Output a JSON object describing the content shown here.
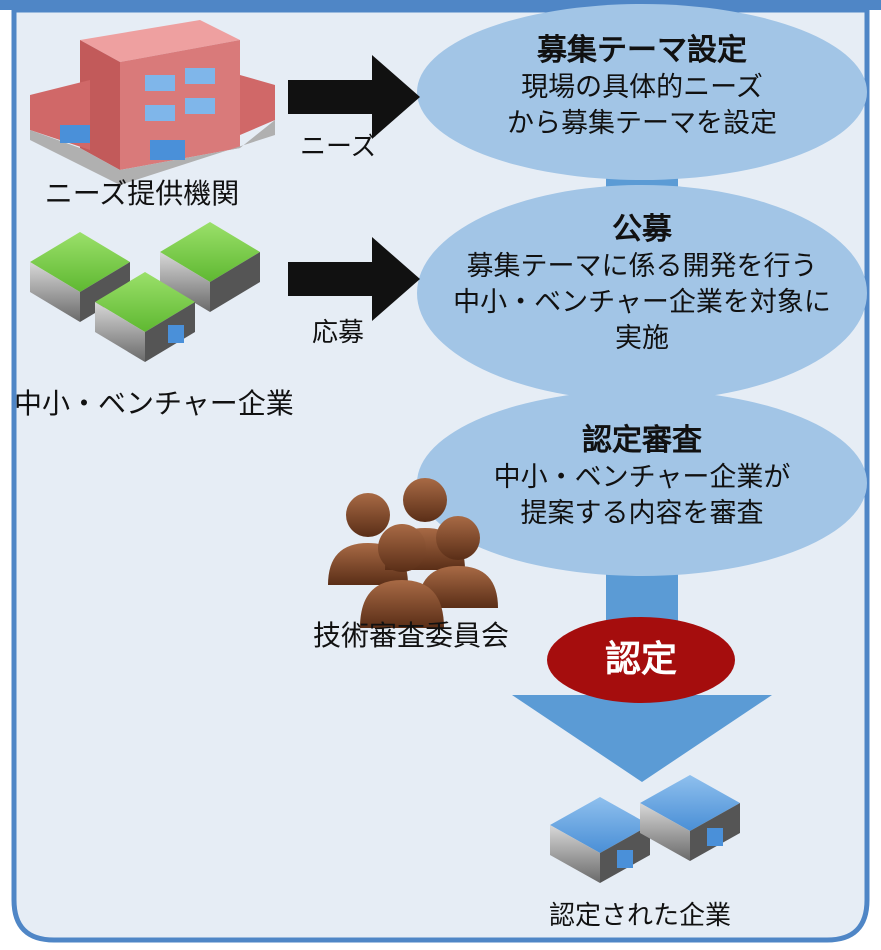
{
  "steps": [
    {
      "title": "募集テーマ設定",
      "lines": [
        "現場の具体的ニーズ",
        "から募集テーマを設定"
      ]
    },
    {
      "title": "公募",
      "lines": [
        "募集テーマに係る開発を行う",
        "中小・ベンチャー企業を対象に",
        "実施"
      ]
    },
    {
      "title": "認定審査",
      "lines": [
        "中小・ベンチャー企業が",
        "提案する内容を審査"
      ]
    }
  ],
  "actors": {
    "needs_provider": "ニーズ提供機関",
    "sme": "中小・ベンチャー企業",
    "committee": "技術審査委員会",
    "certified": "認定された企業"
  },
  "arrows": {
    "needs": "ニーズ",
    "apply": "応募"
  },
  "badge": "認定",
  "colors": {
    "panel_bg": "#e6edf5",
    "border": "#4f86c6",
    "ellipse": "#a2c5e6",
    "flow_arrow": "#5b9bd5",
    "badge": "#a50d0d"
  }
}
